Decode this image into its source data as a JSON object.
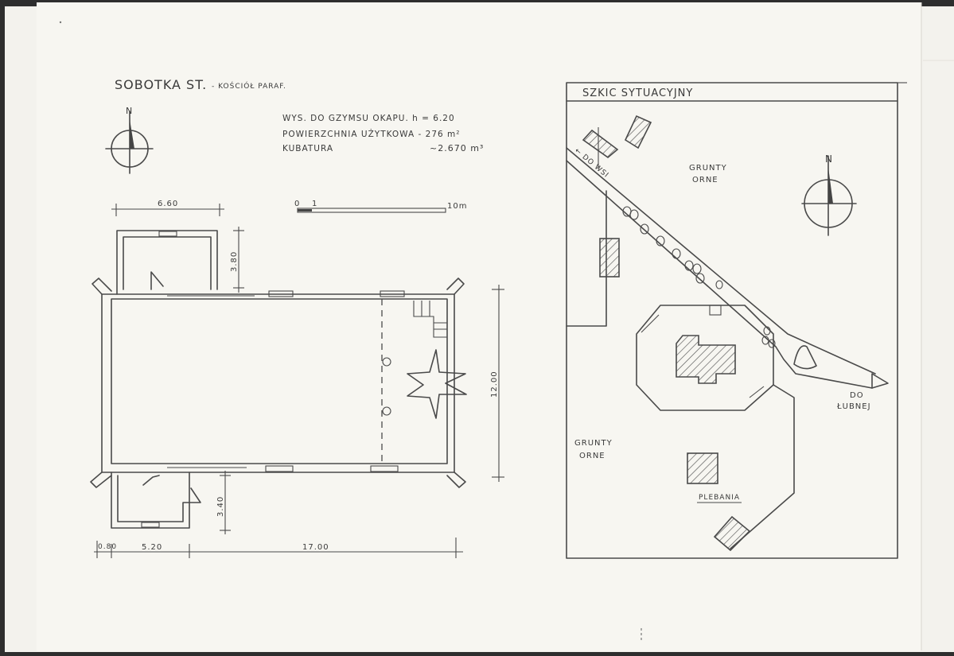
{
  "plan": {
    "title": "SOBOTKA ST.",
    "subtitle": "- KOŚCIÓŁ PARAF.",
    "spec_height": "WYS. DO GZYMSU OKAPU. h = 6.20",
    "spec_area": "POWIERZCHNIA UŻYTKOWA - 276 m²",
    "spec_volume_label": "KUBATURA",
    "spec_volume_value": "~2.670 m³",
    "north": "N",
    "scale_zero": "0",
    "scale_one": "1",
    "scale_end": "10m",
    "dims": {
      "top_width": "6.60",
      "top_depth": "3.80",
      "height": "12.00",
      "bottom_depth": "3.40",
      "bottom_small": "0.80",
      "bottom_mid": "5.20",
      "bottom_long": "17.00"
    }
  },
  "site": {
    "title": "SZKIC SYTUACYJNY",
    "north": "N",
    "road_to_village": "← DO WSI",
    "field_top_1": "GRUNTY",
    "field_top_2": "ORNE",
    "field_left_1": "GRUNTY",
    "field_left_2": "ORNE",
    "to_lubnej_1": "DO",
    "to_lubnej_2": "ŁUBNEJ",
    "plebania": "PLEBANIA"
  }
}
